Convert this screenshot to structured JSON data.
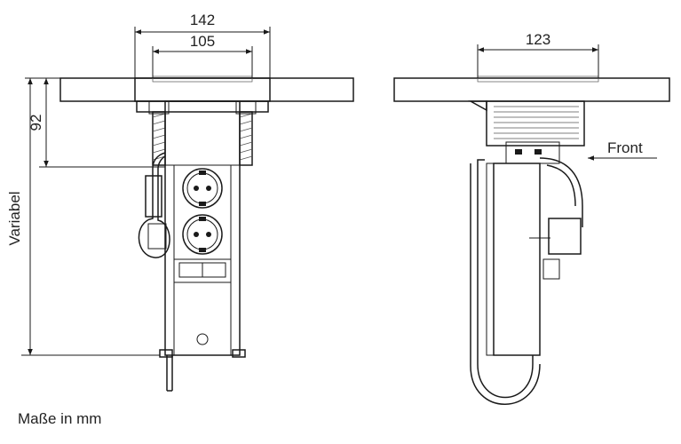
{
  "dimensions": {
    "front_width_outer": "142",
    "front_width_inner": "105",
    "side_width": "123",
    "height_upper": "92",
    "height_variable": "Variabel"
  },
  "labels": {
    "front_marker": "Front",
    "units_note": "Maße in mm"
  }
}
